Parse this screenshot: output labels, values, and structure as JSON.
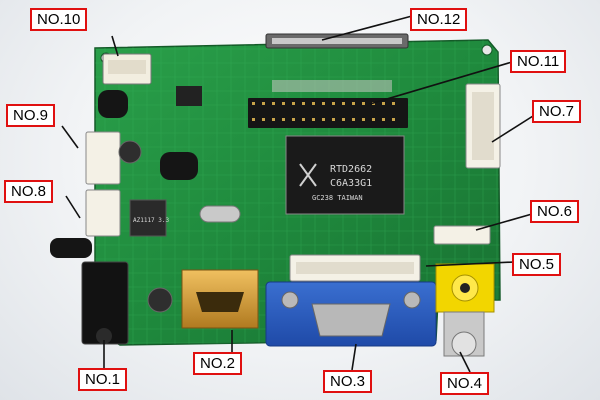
{
  "image": {
    "subject": "LCD controller board",
    "background_color": "#eef0f2",
    "board_color": "#1f8a3d",
    "label_border_color": "#e01010"
  },
  "labels": [
    {
      "id": "no1",
      "text": "NO.1"
    },
    {
      "id": "no2",
      "text": "NO.2"
    },
    {
      "id": "no3",
      "text": "NO.3"
    },
    {
      "id": "no4",
      "text": "NO.4"
    },
    {
      "id": "no5",
      "text": "NO.5"
    },
    {
      "id": "no6",
      "text": "NO.6"
    },
    {
      "id": "no7",
      "text": "NO.7"
    },
    {
      "id": "no8",
      "text": "NO.8"
    },
    {
      "id": "no9",
      "text": "NO.9"
    },
    {
      "id": "no10",
      "text": "NO.10"
    },
    {
      "id": "no11",
      "text": "NO.11"
    },
    {
      "id": "no12",
      "text": "NO.12"
    }
  ],
  "chip_markings": {
    "main_line1": "RTD2662",
    "main_line2": "C6A33G1",
    "main_line3": "GC238 TAIWAN",
    "regulator": "AZ1117 3.3"
  }
}
